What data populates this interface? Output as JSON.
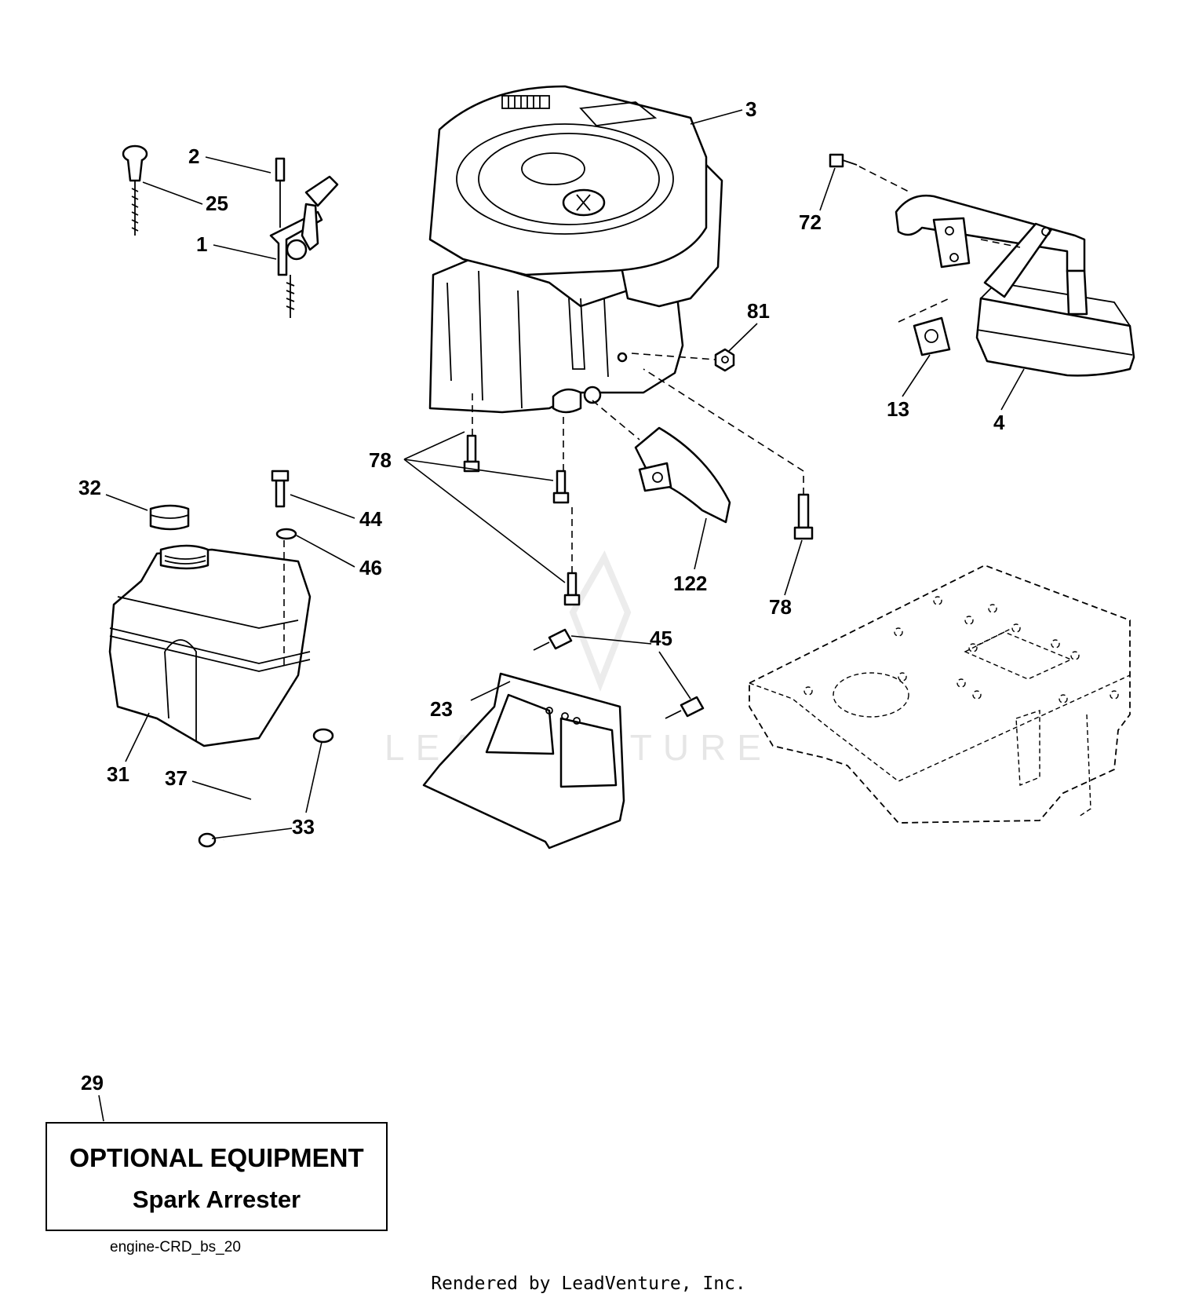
{
  "diagram": {
    "callouts": {
      "c1": "1",
      "c2": "2",
      "c3": "3",
      "c4": "4",
      "c13": "13",
      "c23": "23",
      "c25": "25",
      "c29": "29",
      "c31": "31",
      "c32": "32",
      "c33": "33",
      "c37": "37",
      "c44": "44",
      "c45": "45",
      "c46": "46",
      "c72": "72",
      "c78a": "78",
      "c78b": "78",
      "c81": "81",
      "c122": "122"
    },
    "watermark": "LEADVENTURE"
  },
  "optional_box": {
    "title": "OPTIONAL EQUIPMENT",
    "subtitle": "Spark Arrester"
  },
  "diagram_id": "engine-CRD_bs_20",
  "render_credit": "Rendered by LeadVenture, Inc."
}
